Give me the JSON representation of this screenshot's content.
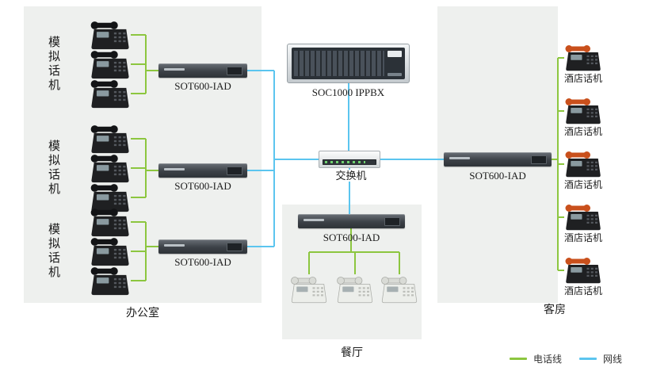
{
  "left_panel": {
    "caption": "办公室",
    "groups": [
      {
        "phones_label": "模拟话机",
        "iad_label": "SOT600-IAD",
        "phone_count": 3
      },
      {
        "phones_label": "模拟话机",
        "iad_label": "SOT600-IAD",
        "phone_count": 3
      },
      {
        "phones_label": "模拟话机",
        "iad_label": "SOT600-IAD",
        "phone_count": 3
      }
    ]
  },
  "center": {
    "server_label": "SOC1000 IPPBX",
    "switch_label": "交换机"
  },
  "restaurant_panel": {
    "caption": "餐厅",
    "iad_label": "SOT600-IAD",
    "phone_count": 3
  },
  "right_panel": {
    "caption": "客房",
    "iad_label": "SOT600-IAD",
    "phones": [
      {
        "label": "酒店话机"
      },
      {
        "label": "酒店话机"
      },
      {
        "label": "酒店话机"
      },
      {
        "label": "酒店话机"
      },
      {
        "label": "酒店话机"
      }
    ]
  },
  "legend": {
    "phone_line_label": "电话线",
    "phone_line_color": "#8CC63F",
    "network_line_label": "网线",
    "network_line_color": "#5BC5EF"
  }
}
